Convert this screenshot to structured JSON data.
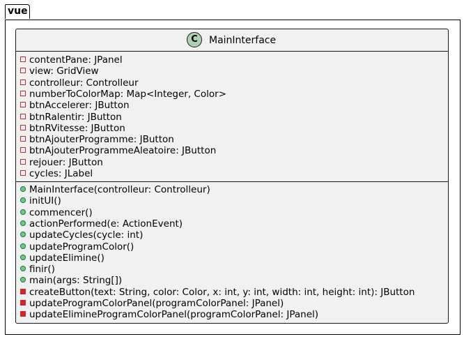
{
  "package": {
    "name": "vue"
  },
  "class": {
    "stereotype_letter": "C",
    "stereotype_color": "#add1b2",
    "name": "MainInterface",
    "fields": [
      {
        "visibility": "private",
        "text": "contentPane: JPanel"
      },
      {
        "visibility": "private",
        "text": "view: GridView"
      },
      {
        "visibility": "private",
        "text": "controlleur: Controlleur"
      },
      {
        "visibility": "private",
        "text": "numberToColorMap: Map<Integer, Color>"
      },
      {
        "visibility": "private",
        "text": "btnAccelerer: JButton"
      },
      {
        "visibility": "private",
        "text": "btnRalentir: JButton"
      },
      {
        "visibility": "private",
        "text": "btnRVitesse: JButton"
      },
      {
        "visibility": "private",
        "text": "btnAjouterProgramme: JButton"
      },
      {
        "visibility": "private",
        "text": "btnAjouterProgrammeAleatoire: JButton"
      },
      {
        "visibility": "private",
        "text": "rejouer: JButton"
      },
      {
        "visibility": "private",
        "text": "cycles: JLabel"
      }
    ],
    "methods": [
      {
        "visibility": "public",
        "text": "MainInterface(controlleur: Controlleur)"
      },
      {
        "visibility": "public",
        "text": "initUI()"
      },
      {
        "visibility": "public",
        "text": "commencer()"
      },
      {
        "visibility": "public",
        "text": "actionPerformed(e: ActionEvent)"
      },
      {
        "visibility": "public",
        "text": "updateCycles(cycle: int)"
      },
      {
        "visibility": "public",
        "text": "updateProgramColor()"
      },
      {
        "visibility": "public",
        "text": "updateElimine()"
      },
      {
        "visibility": "public",
        "text": "finir()"
      },
      {
        "visibility": "public",
        "text": "main(args: String[])"
      },
      {
        "visibility": "private",
        "text": "createButton(text: String, color: Color, x: int, y: int, width: int, height: int): JButton"
      },
      {
        "visibility": "private",
        "text": "updateProgramColorPanel(programColorPanel: JPanel)"
      },
      {
        "visibility": "private",
        "text": "updateElimineProgramColorPanel(programColorPanel: JPanel)"
      }
    ]
  },
  "colors": {
    "class_background": "#f1f1f1",
    "border": "#181818",
    "private_marker": "#c82930",
    "public_marker_fill": "#84be84",
    "public_marker_border": "#038048"
  }
}
